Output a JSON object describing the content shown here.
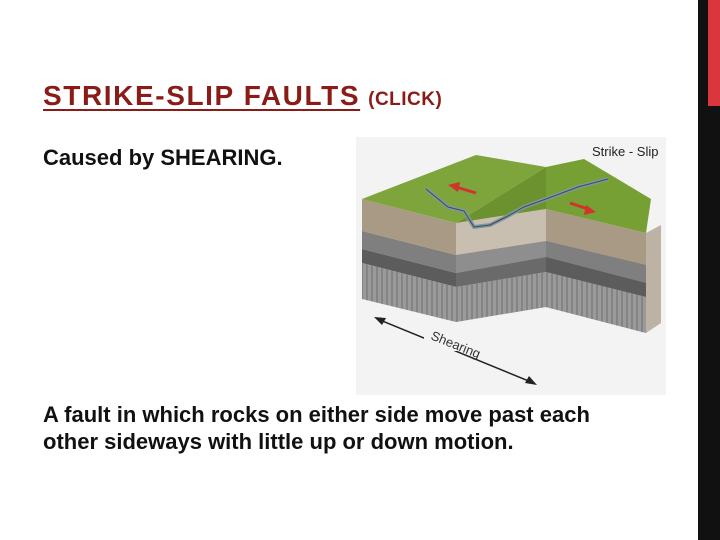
{
  "slide": {
    "title": "STRIKE-SLIP FAULTS",
    "title_suffix": "(CLICK)",
    "subtitle": "Caused by SHEARING.",
    "body": "A fault in which rocks on either side move past each other sideways with little up or down motion."
  },
  "figure": {
    "label": "Strike - Slip",
    "shearing_label": "Shearing"
  },
  "colors": {
    "title": "#8a1b16",
    "accent_bar": "#d9363e",
    "side_bar": "#111111",
    "ground": "#7ea53c",
    "arrows": "#d0342c"
  }
}
